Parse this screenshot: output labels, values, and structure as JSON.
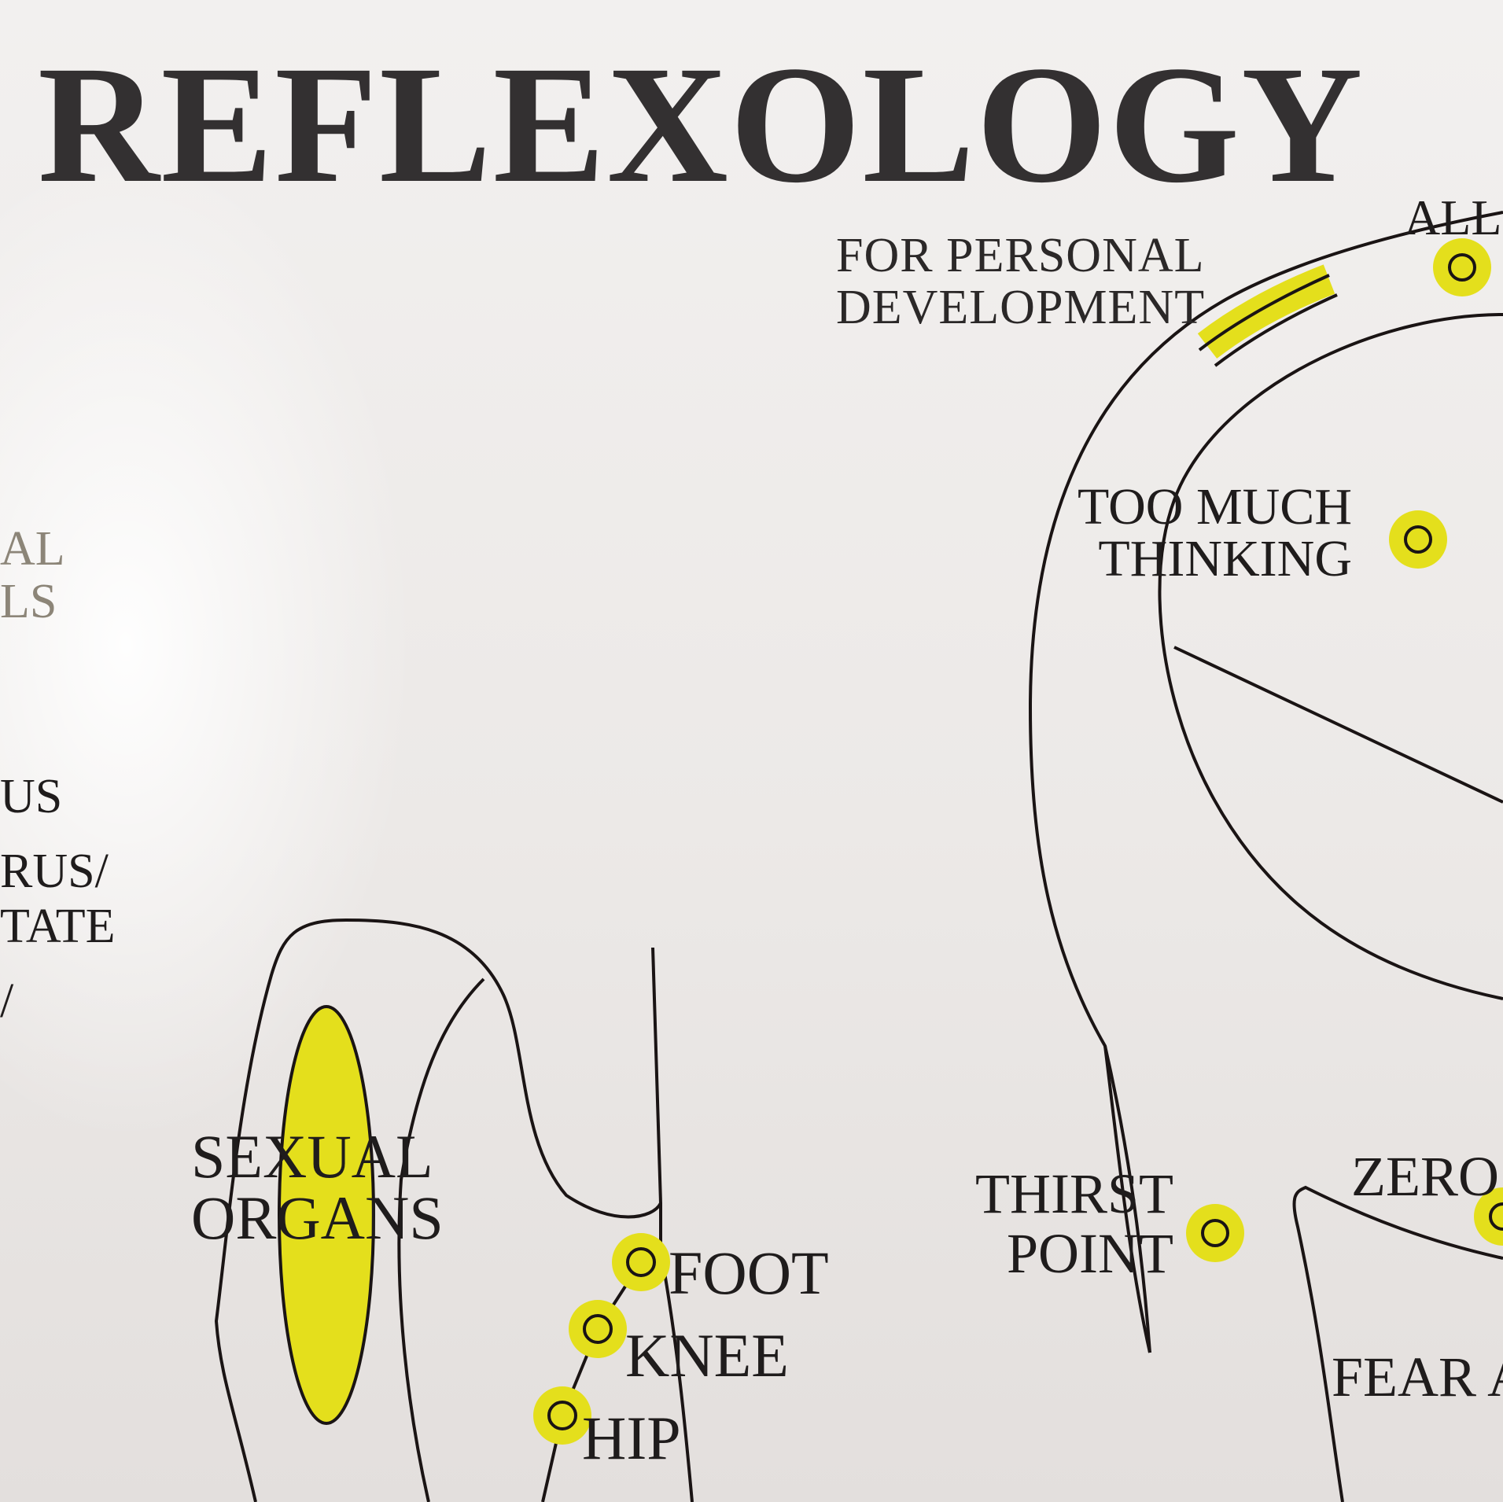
{
  "title": "REFLEXOLOGY",
  "subtitle": [
    "FOR PERSONAL",
    "DEVELOPMENT"
  ],
  "labels": {
    "all": "ALL",
    "too_much_thinking": [
      "TOO MUCH",
      "THINKING"
    ],
    "sexual_organs": [
      "SEXUAL",
      "ORGANS"
    ],
    "foot": "FOOT",
    "knee": "KNEE",
    "hip": "HIP",
    "thirst_point": [
      "THIRST",
      "POINT"
    ],
    "zero": "ZERO",
    "fear": "FEAR A",
    "left_fragments": [
      "AL",
      "LS",
      "US",
      "RUS/",
      "TATE",
      "/"
    ]
  },
  "colors": {
    "highlight": "#e4df1c",
    "outline": "#1a1414",
    "faded_text": "#8c8578"
  }
}
